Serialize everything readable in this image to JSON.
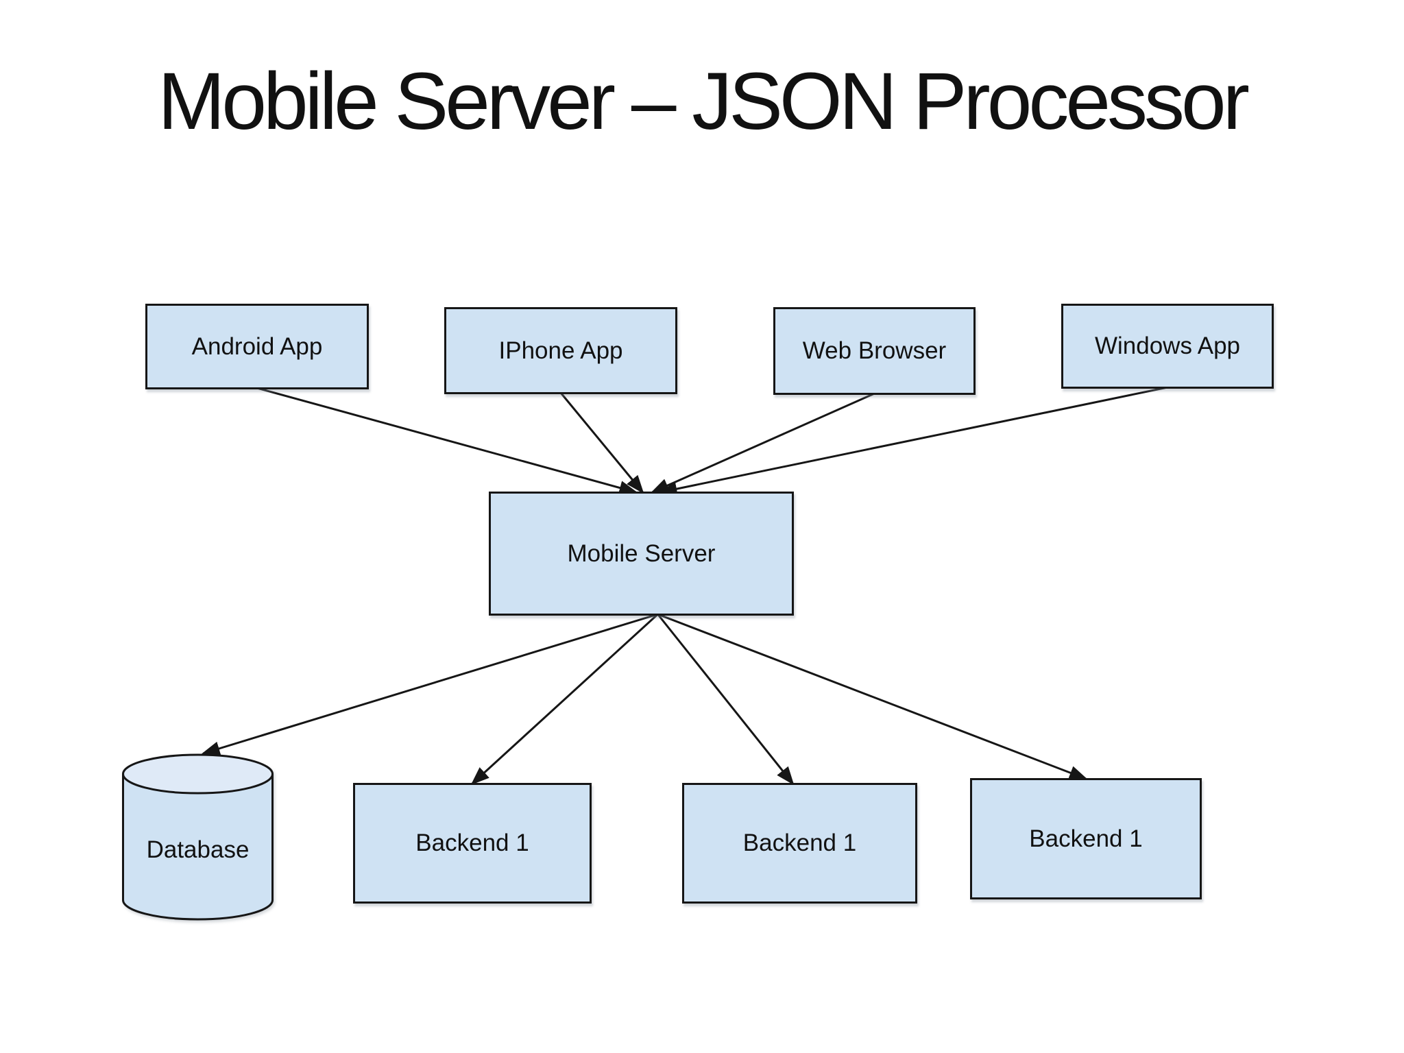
{
  "title": "Mobile Server – JSON Processor",
  "colors": {
    "background": "#ffffff",
    "node_fill": "#cfe2f3",
    "cylinder_top_fill": "#dfeaf7",
    "node_border": "#161616",
    "arrow": "#161616",
    "text": "#111111"
  },
  "nodes": {
    "android_app": {
      "label": "Android App",
      "shape": "box"
    },
    "iphone_app": {
      "label": "IPhone App",
      "shape": "box"
    },
    "web_browser": {
      "label": "Web Browser",
      "shape": "box"
    },
    "windows_app": {
      "label": "Windows App",
      "shape": "box"
    },
    "mobile_server": {
      "label": "Mobile Server",
      "shape": "box"
    },
    "database": {
      "label": "Database",
      "shape": "cylinder"
    },
    "backend_left": {
      "label": "Backend 1",
      "shape": "box"
    },
    "backend_middle": {
      "label": "Backend 1",
      "shape": "box"
    },
    "backend_right": {
      "label": "Backend 1",
      "shape": "box"
    }
  },
  "edges": [
    {
      "from": "android_app",
      "to": "mobile_server"
    },
    {
      "from": "iphone_app",
      "to": "mobile_server"
    },
    {
      "from": "web_browser",
      "to": "mobile_server"
    },
    {
      "from": "windows_app",
      "to": "mobile_server"
    },
    {
      "from": "mobile_server",
      "to": "database"
    },
    {
      "from": "mobile_server",
      "to": "backend_left"
    },
    {
      "from": "mobile_server",
      "to": "backend_middle"
    },
    {
      "from": "mobile_server",
      "to": "backend_right"
    }
  ]
}
